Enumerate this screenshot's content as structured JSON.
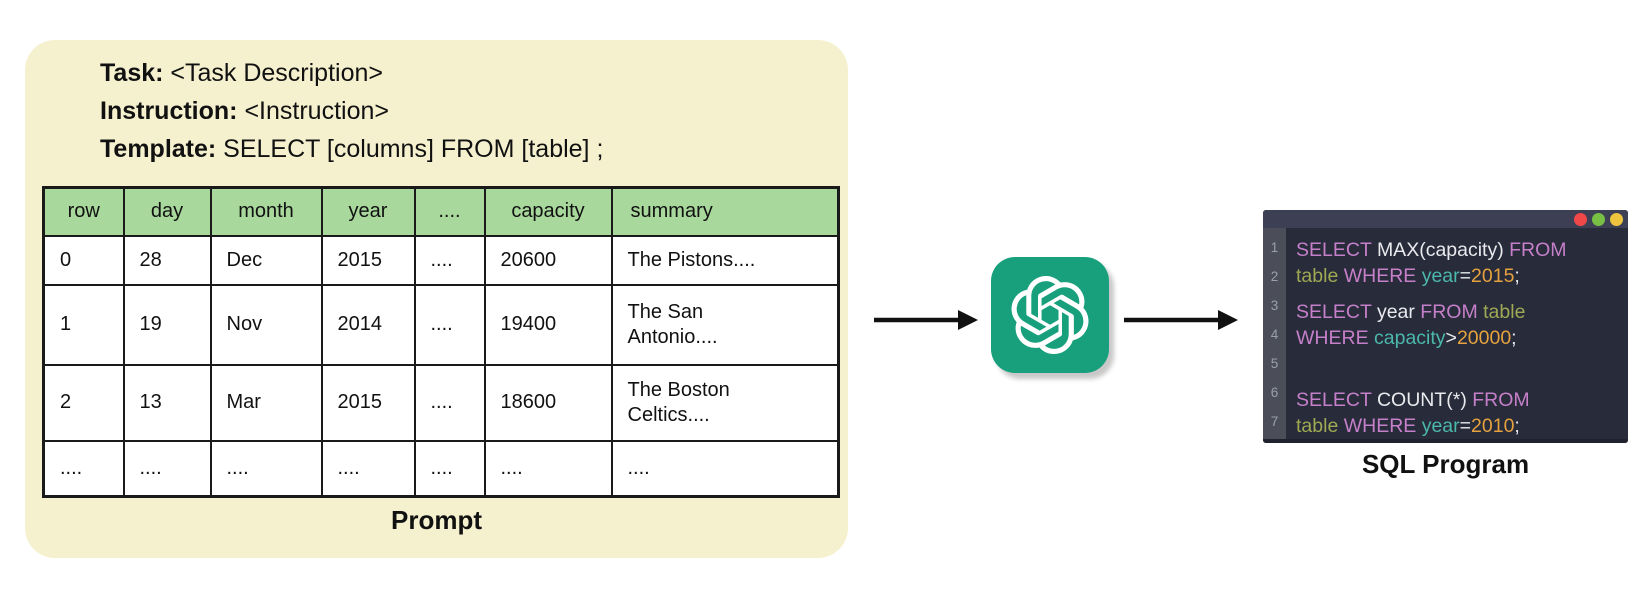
{
  "prompt_panel": {
    "background": "#f5f1cf",
    "task_label": "Task:",
    "task_value": " <Task Description>",
    "instruction_label": "Instruction:",
    "instruction_value": " <Instruction>",
    "template_label": "Template:",
    "template_value": " SELECT [columns] FROM [table] ;",
    "caption": "Prompt"
  },
  "data_table": {
    "header_background": "#a8d89c",
    "headers": [
      "row",
      "day",
      "month",
      "year",
      "....",
      "capacity",
      "summary"
    ],
    "rows": [
      [
        "0",
        "28",
        "Dec",
        "2015",
        "....",
        "20600",
        "The Pistons...."
      ],
      [
        "1",
        "19",
        "Nov",
        "2014",
        "....",
        "19400",
        "The San\nAntonio...."
      ],
      [
        "2",
        "13",
        "Mar",
        "2015",
        "....",
        "18600",
        "The Boston\nCeltics...."
      ],
      [
        "....",
        "....",
        "....",
        "....",
        "....",
        "....",
        "...."
      ]
    ]
  },
  "model": {
    "icon": "openai-logo-icon",
    "background": "#18a07d"
  },
  "flow": {
    "arrow_color": "#111111"
  },
  "code_window": {
    "caption": "SQL Program",
    "line_numbers": [
      "1",
      "2",
      "3",
      "4",
      "5",
      "6",
      "7"
    ],
    "palette": {
      "keyword": "#c67fc9",
      "plain": "#eaeaee",
      "table": "#9fa953",
      "column": "#4cb8ab",
      "number": "#e6a23e",
      "line_number": "#9aa0ab"
    },
    "chrome": {
      "titlebar": "#3d4055",
      "body": "#272b3a",
      "gutter": "#4b4e59",
      "bottom": "#20232e",
      "traffic_lights": [
        "#f04848",
        "#77c043",
        "#eec43f"
      ]
    },
    "lines": [
      [
        {
          "t": "SELECT ",
          "c": "keyword"
        },
        {
          "t": "MAX(capacity) ",
          "c": "plain"
        },
        {
          "t": "FROM",
          "c": "keyword"
        }
      ],
      [
        {
          "t": "table ",
          "c": "table"
        },
        {
          "t": "WHERE ",
          "c": "keyword"
        },
        {
          "t": "year",
          "c": "column"
        },
        {
          "t": "=",
          "c": "plain"
        },
        {
          "t": "2015",
          "c": "number"
        },
        {
          "t": ";",
          "c": "plain"
        }
      ],
      [
        {
          "t": "SELECT ",
          "c": "keyword"
        },
        {
          "t": "year ",
          "c": "plain"
        },
        {
          "t": "FROM ",
          "c": "keyword"
        },
        {
          "t": "table",
          "c": "table"
        }
      ],
      [
        {
          "t": "WHERE ",
          "c": "keyword"
        },
        {
          "t": "capacity",
          "c": "column"
        },
        {
          "t": ">",
          "c": "plain"
        },
        {
          "t": "20000",
          "c": "number"
        },
        {
          "t": ";",
          "c": "plain"
        }
      ],
      [],
      [
        {
          "t": "SELECT ",
          "c": "keyword"
        },
        {
          "t": "COUNT(*) ",
          "c": "plain"
        },
        {
          "t": "FROM",
          "c": "keyword"
        }
      ],
      [
        {
          "t": "table ",
          "c": "table"
        },
        {
          "t": "WHERE ",
          "c": "keyword"
        },
        {
          "t": "year",
          "c": "column"
        },
        {
          "t": "=",
          "c": "plain"
        },
        {
          "t": "2010",
          "c": "number"
        },
        {
          "t": ";",
          "c": "plain"
        }
      ]
    ]
  }
}
